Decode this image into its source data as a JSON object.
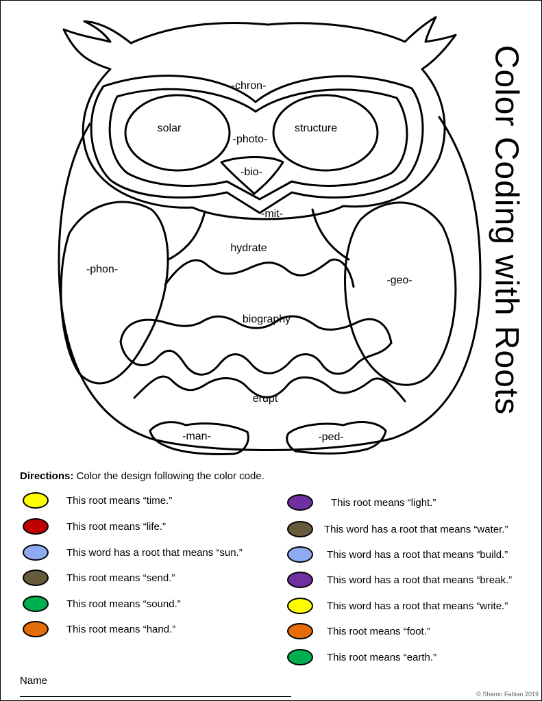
{
  "title": "Color Coding with Roots",
  "owl_labels": {
    "chron": "-chron-",
    "solar": "solar",
    "photo": "-photo-",
    "structure": "structure",
    "bio": "-bio-",
    "mit": "-mit-",
    "hydrate": "hydrate",
    "phon": "-phon-",
    "geo": "-geo-",
    "biography": "biography",
    "erupt": "erupt",
    "man": "-man-",
    "ped": "-ped-"
  },
  "directions": {
    "label": "Directions:",
    "text": "Color the design following the color code."
  },
  "color_key_left": [
    {
      "color": "#ffff00",
      "text": "This root means “time.”"
    },
    {
      "color": "#c00000",
      "text": "This root means “life.”"
    },
    {
      "color": "#8eaaf2",
      "text": "This word has a root that means “sun.”"
    },
    {
      "color": "#665c3c",
      "text": "This root means “send.”"
    },
    {
      "color": "#00b050",
      "text": "This root means “sound.”"
    },
    {
      "color": "#e46c0a",
      "text": "This root means “hand.”"
    }
  ],
  "color_key_right": [
    {
      "color": "#7030a0",
      "text": "This root means “light.”"
    },
    {
      "color": "#665c3c",
      "text": "This word  has a root that means “water.”"
    },
    {
      "color": "#8eaaf2",
      "text": "This word has a root that means “build.”"
    },
    {
      "color": "#7030a0",
      "text": "This word has a root that means “break.”"
    },
    {
      "color": "#ffff00",
      "text": "This word has a root that means “write.”"
    },
    {
      "color": "#e46c0a",
      "text": "This root means “foot.”"
    },
    {
      "color": "#00b050",
      "text": "This root means “earth.”"
    }
  ],
  "name_label": "Name",
  "copyright": "© Sharon Fabian 2019"
}
